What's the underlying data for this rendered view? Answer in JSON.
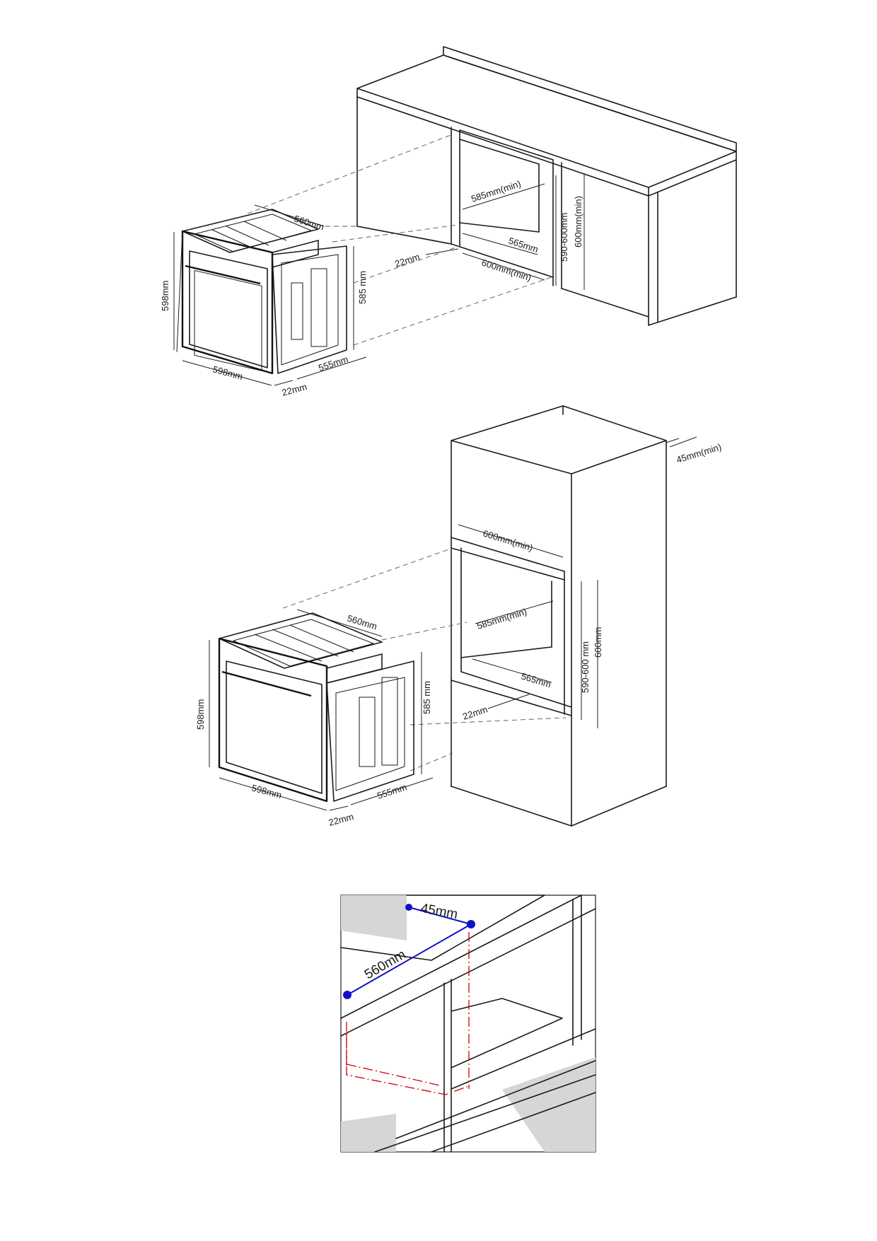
{
  "diagram_top": {
    "oven_width": "598mm",
    "oven_height": "598mm",
    "oven_depth_top": "560mm",
    "oven_body_height": "585 mm",
    "oven_body_depth": "555mm",
    "oven_front_thickness": "22mm",
    "cabinet_front_gap": "22mm",
    "niche_width_top": "585mm(min)",
    "niche_width_mid": "565mm",
    "niche_width_bottom": "600mm(min)",
    "niche_height_range": "590-600mm",
    "niche_height_min": "600mm(min)"
  },
  "diagram_middle": {
    "oven_width": "598mm",
    "oven_height": "598mm",
    "oven_depth_top": "560mm",
    "oven_body_height": "585 mm",
    "oven_body_depth": "555mm",
    "oven_front_thickness": "22mm",
    "cabinet_front_gap": "22mm",
    "cabinet_width": "600mm(min)",
    "back_clearance": "45mm(min)",
    "niche_width_top": "585mm(min)",
    "niche_width_mid": "565mm",
    "niche_height_range": "590-600 mm",
    "niche_height": "600mm"
  },
  "diagram_bottom": {
    "cutout_depth": "560mm",
    "rear_gap": "45mm",
    "colors": {
      "measure": "#1010c8",
      "outline": "#d40000",
      "shade": "#d6d6d6"
    }
  }
}
